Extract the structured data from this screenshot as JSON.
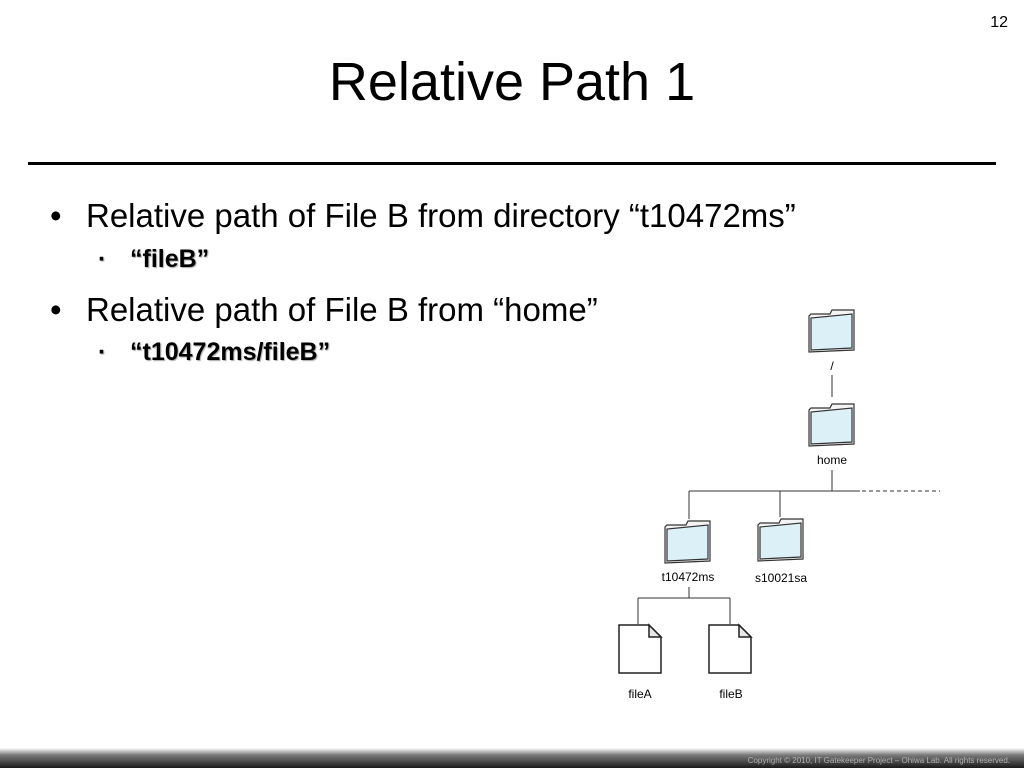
{
  "slide": {
    "page_number": "12",
    "title": "Relative Path 1",
    "bullets": [
      {
        "text": "Relative path of File B from directory “t10472ms”",
        "sub": "“fileB”"
      },
      {
        "text": "Relative path of File B from “home”",
        "sub": "“t10472ms/fileB”"
      }
    ]
  },
  "tree": {
    "root": "/",
    "home": "home",
    "dir1": "t10472ms",
    "dir2": "s10021sa",
    "fileA": "fileA",
    "fileB": "fileB"
  },
  "icons": {
    "folder": "folder-icon",
    "file": "file-icon"
  },
  "colors": {
    "folder_fill": "#dcf1f7",
    "folder_stroke": "#333333"
  },
  "footer": {
    "copyright": "Copyright © 2010, IT Gatekeeper Project – Ohiwa Lab. All rights reserved."
  }
}
